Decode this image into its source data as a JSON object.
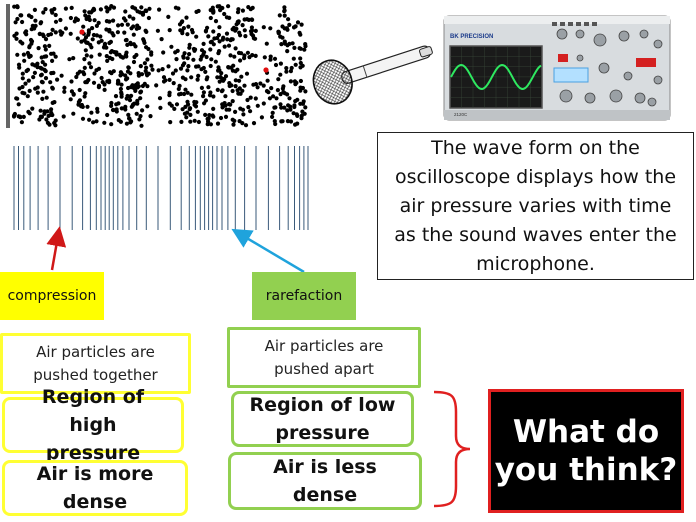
{
  "oscilloscope": {
    "brand": "BK PRECISION",
    "model": "2120C"
  },
  "labels": {
    "compression": "compression",
    "rarefaction": "rarefaction"
  },
  "compression_boxes": {
    "particles": "Air particles are pushed together",
    "pressure": "Region of high pressure",
    "density": "Air is more dense"
  },
  "rarefaction_boxes": {
    "particles": "Air particles are pushed apart",
    "pressure": "Region of low pressure",
    "density": "Air is less dense"
  },
  "explanation": "The wave form on the oscilloscope displays how the air pressure varies with time as the sound waves enter the microphone.",
  "prompt": "What do you think?",
  "colors": {
    "compression": "#ffff00",
    "rarefaction": "#92d050",
    "prompt_border": "#e02020",
    "arrow_red": "#d01818",
    "arrow_blue": "#1fa3dc",
    "wave_line": "#3a5a7a",
    "scope_trace": "#2ee860"
  }
}
